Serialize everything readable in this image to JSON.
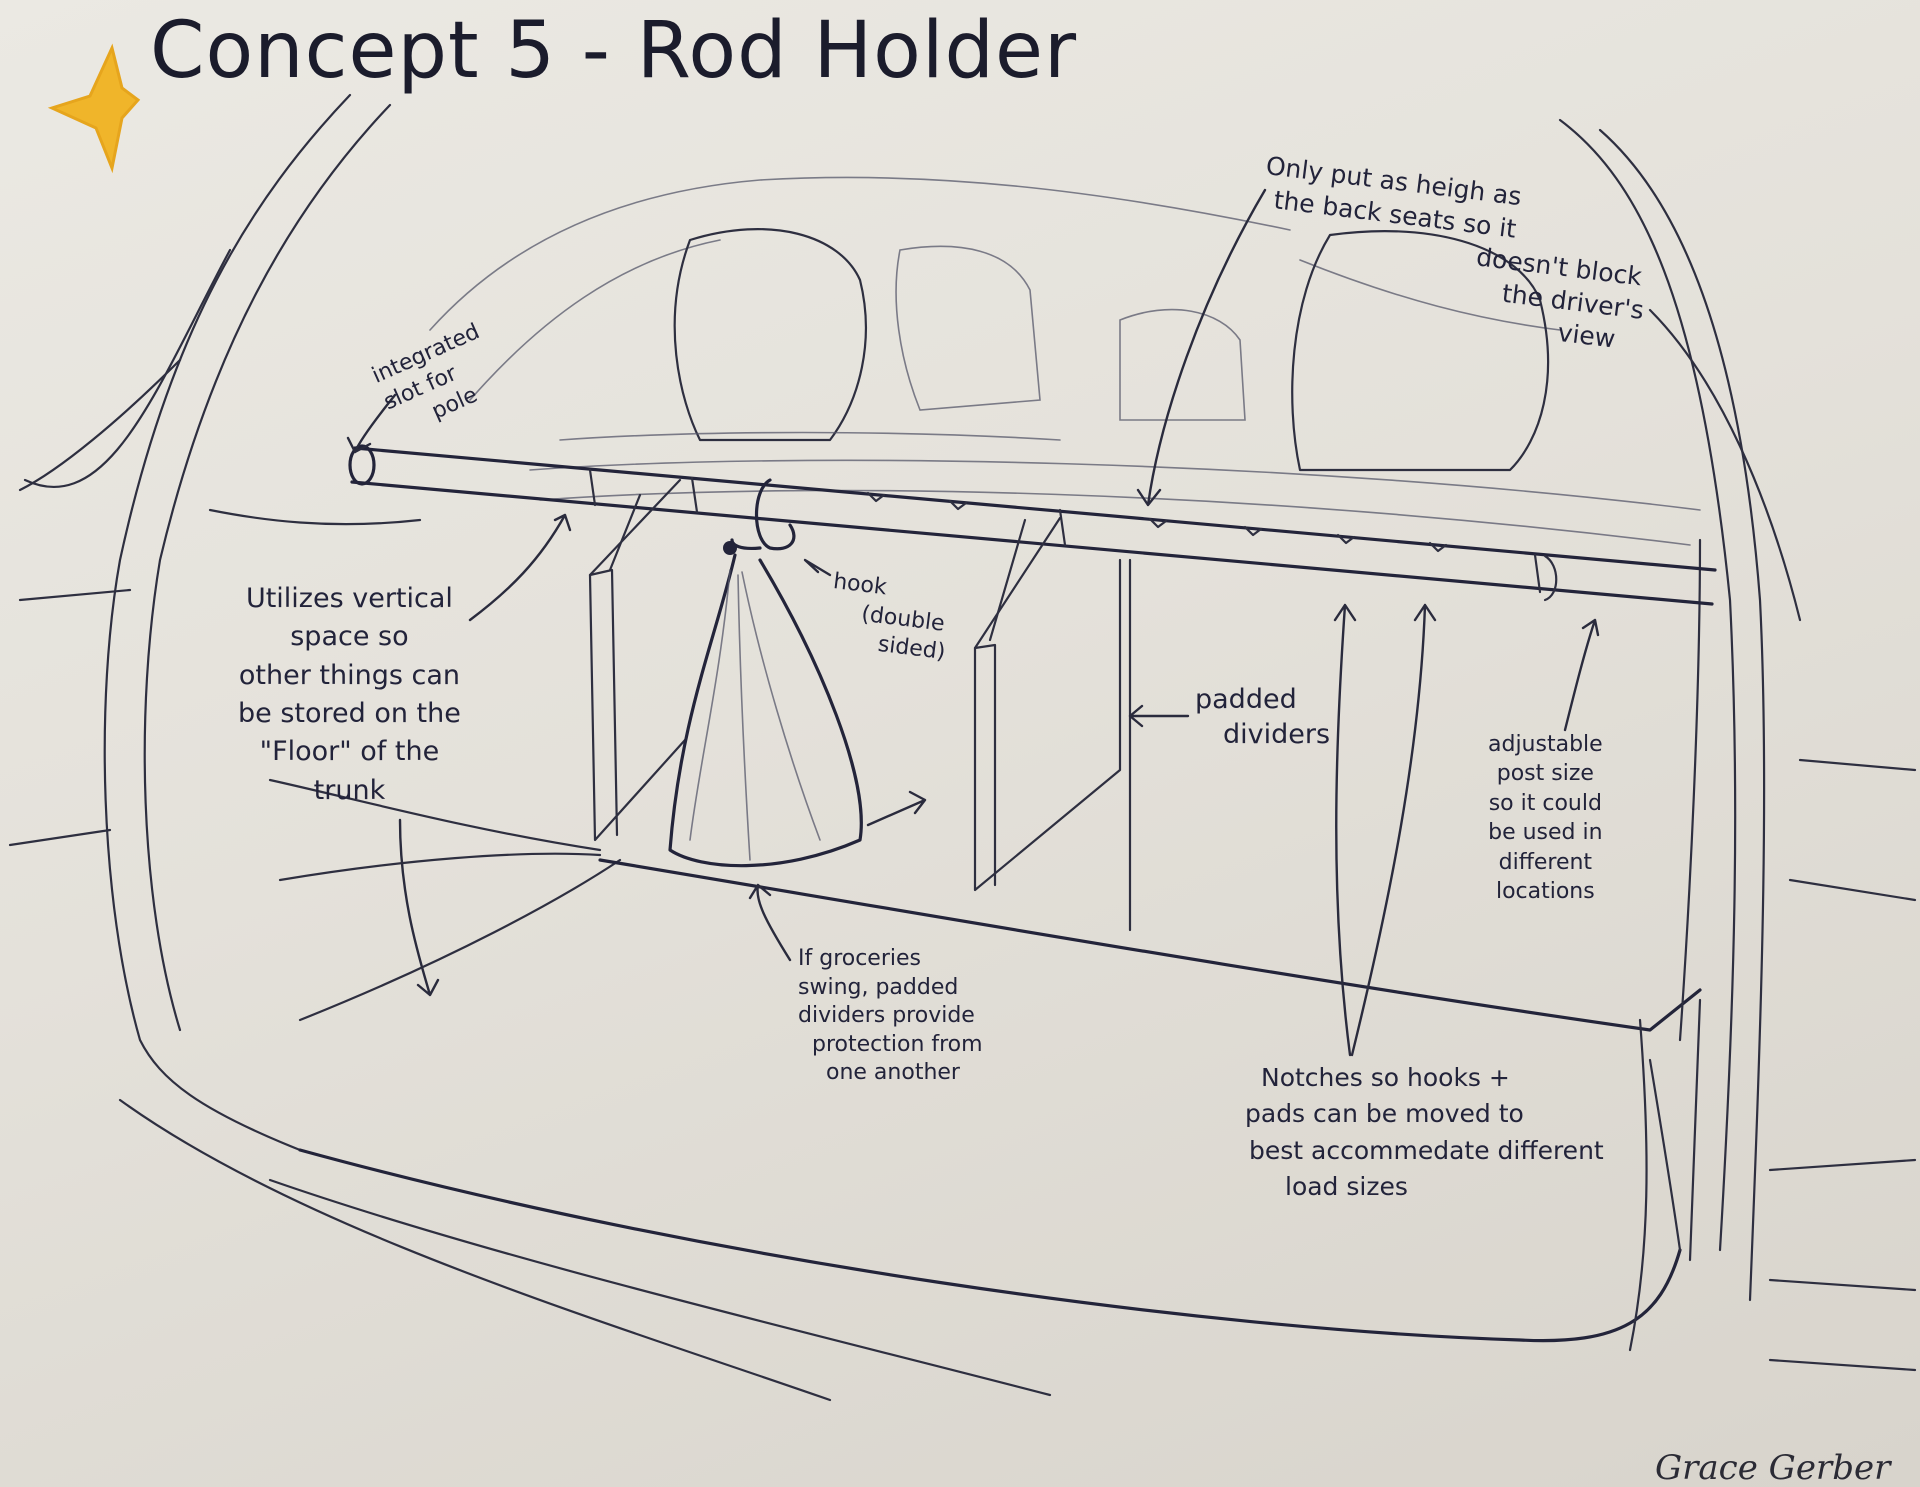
{
  "title": "Concept 5 - Rod Holder",
  "signature": "Grace Gerber",
  "colors": {
    "ink": "#2e2f40",
    "star": "#f0b52a",
    "paper": "#e8e6e0"
  },
  "icons": {
    "star": "star-icon"
  },
  "annotations": {
    "integrated_slot": [
      "integrated",
      "slot for",
      "pole"
    ],
    "height_note": [
      "Only put as heigh as",
      "the back seats so it",
      "doesn't block",
      "the driver's",
      "view"
    ],
    "vertical_space": [
      "Utilizes vertical",
      "space so",
      "other things can",
      "be stored on the",
      "\"Floor\" of the",
      "trunk"
    ],
    "hook": [
      "hook",
      "(double",
      "sided)"
    ],
    "padded_dividers": [
      "padded",
      "dividers"
    ],
    "groceries": [
      "If groceries",
      "swing, padded",
      "dividers provide",
      "protection from",
      "one another"
    ],
    "adjustable": [
      "adjustable",
      "post size",
      "so it could",
      "be used in",
      "different",
      "locations"
    ],
    "notches": [
      "Notches so hooks +",
      "pads can be moved to",
      "best accommedate different",
      "load sizes"
    ]
  }
}
